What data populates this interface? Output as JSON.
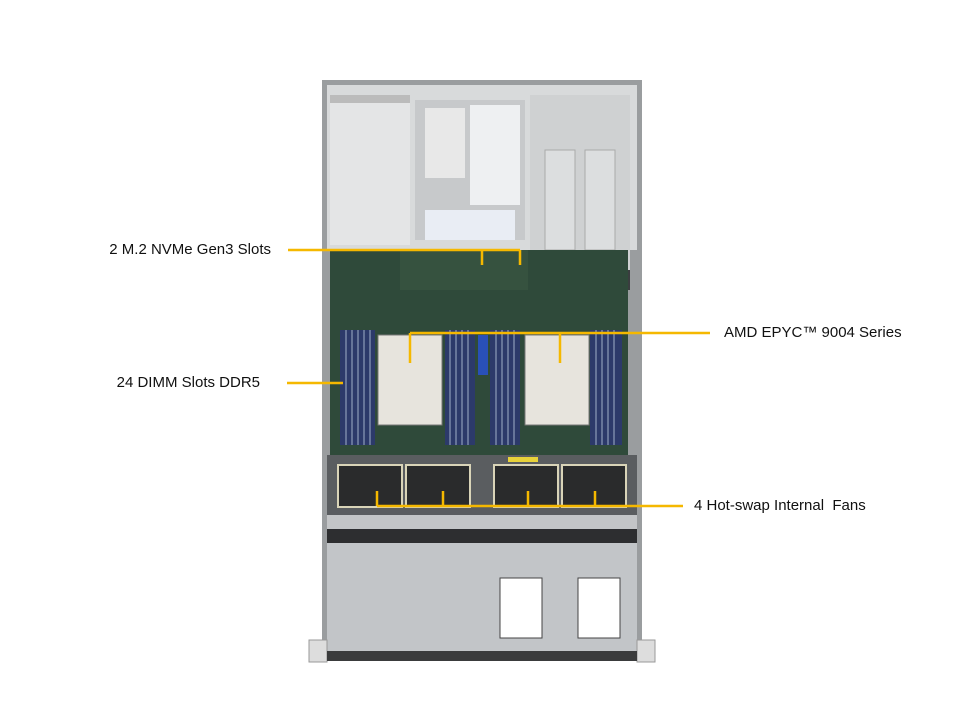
{
  "callouts": {
    "m2": "2 M.2 NVMe Gen3 Slots",
    "cpu": "AMD EPYC™ 9004 Series",
    "dimm": "24 DIMM Slots DDR5",
    "fans": "4 Hot-swap Internal  Fans"
  },
  "colors": {
    "callout_line": "#f5b800",
    "board": "#2f4a3a",
    "chassis": "#c9cbcd"
  }
}
